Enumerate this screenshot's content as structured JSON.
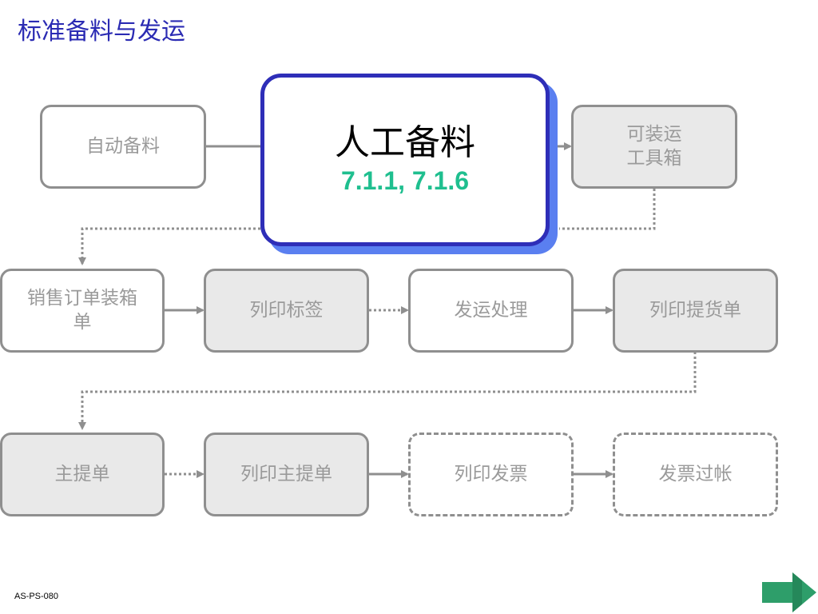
{
  "page": {
    "title": "标准备料与发运",
    "code": "AS-PS-080"
  },
  "diagram": {
    "main_node": {
      "title": "人工备料",
      "ref": "7.1.1, 7.1.6"
    },
    "nodes": {
      "auto_pick": "自动备料",
      "shipping_toolbox": [
        "可装运",
        "工具箱"
      ],
      "sales_packing": [
        "销售订单装箱",
        "单"
      ],
      "print_labels": "列印标签",
      "shipment_processing": "发运处理",
      "print_delivery_note": "列印提货单",
      "master_bol": "主提单",
      "print_master_bol": "列印主提单",
      "print_invoice": "列印发票",
      "invoice_posting": "发票过帐"
    }
  },
  "colors": {
    "title": "#2b2bb3",
    "main_border": "#2e2eb8",
    "main_shadow": "#5a7ff0",
    "ref_text": "#1fbf8f",
    "box_border": "#8f8f8f",
    "box_gray_fill": "#e9e9e9",
    "next_arrow": "#2e9e6a"
  },
  "icons": {
    "next": "next-arrow-icon"
  }
}
